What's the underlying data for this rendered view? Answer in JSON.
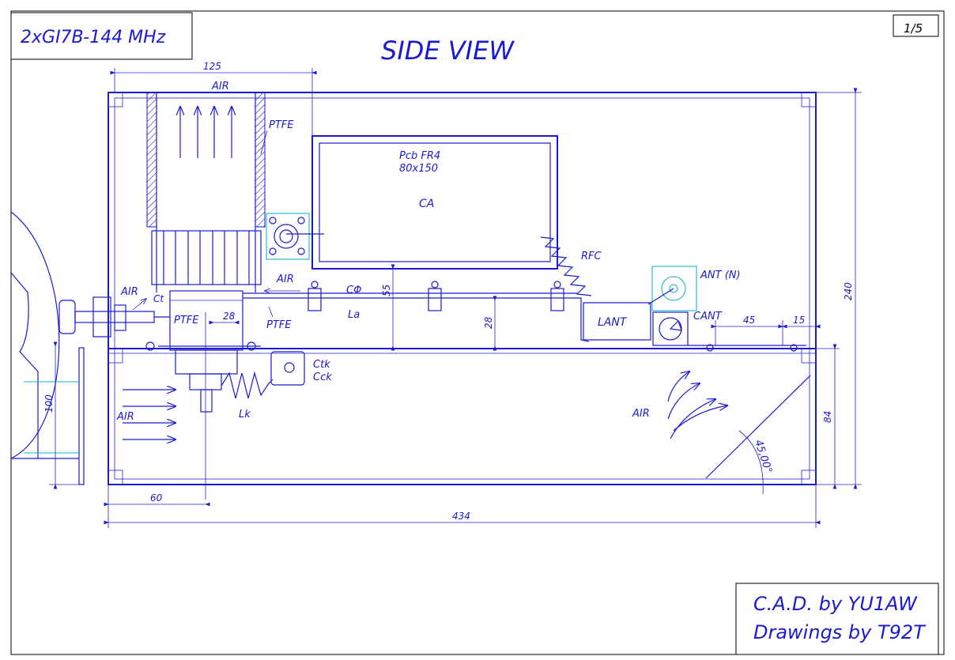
{
  "drawing": {
    "title_box": "2xGI7B-144 MHz",
    "sheet_number": "1/5",
    "view_title": "SIDE VIEW",
    "credits": {
      "line1": "C.A.D. by YU1AW",
      "line2": "Drawings by T92T"
    }
  },
  "labels": {
    "air_top": "AIR",
    "ptfe_top": "PTFE",
    "pcb_line1": "Pcb FR4",
    "pcb_line2": "80x150",
    "ca": "CA",
    "rfc": "RFC",
    "ant_n": "ANT (N)",
    "air_mid": "AIR",
    "cf": "CΦ",
    "la": "La",
    "ptfe_mid": "PTFE",
    "ptfe_left": "PTFE",
    "ct": "Ct",
    "air_left": "AIR",
    "lant": "LANT",
    "cant": "CANT",
    "ctk": "Ctk",
    "cck": "Cck",
    "lk": "Lk",
    "air_bottom_left": "AIR",
    "air_bottom_right": "AIR",
    "angle": "45,00°"
  },
  "dimensions": {
    "d125": "125",
    "d28_top": "28",
    "d55": "55",
    "d28_mid": "28",
    "d45": "45",
    "d15": "15",
    "d240": "240",
    "d84": "84",
    "d100": "100",
    "d60": "60",
    "d434": "434"
  },
  "colors": {
    "line": "#1a1ad0",
    "accent": "#16b7c8",
    "border": "#000000"
  }
}
